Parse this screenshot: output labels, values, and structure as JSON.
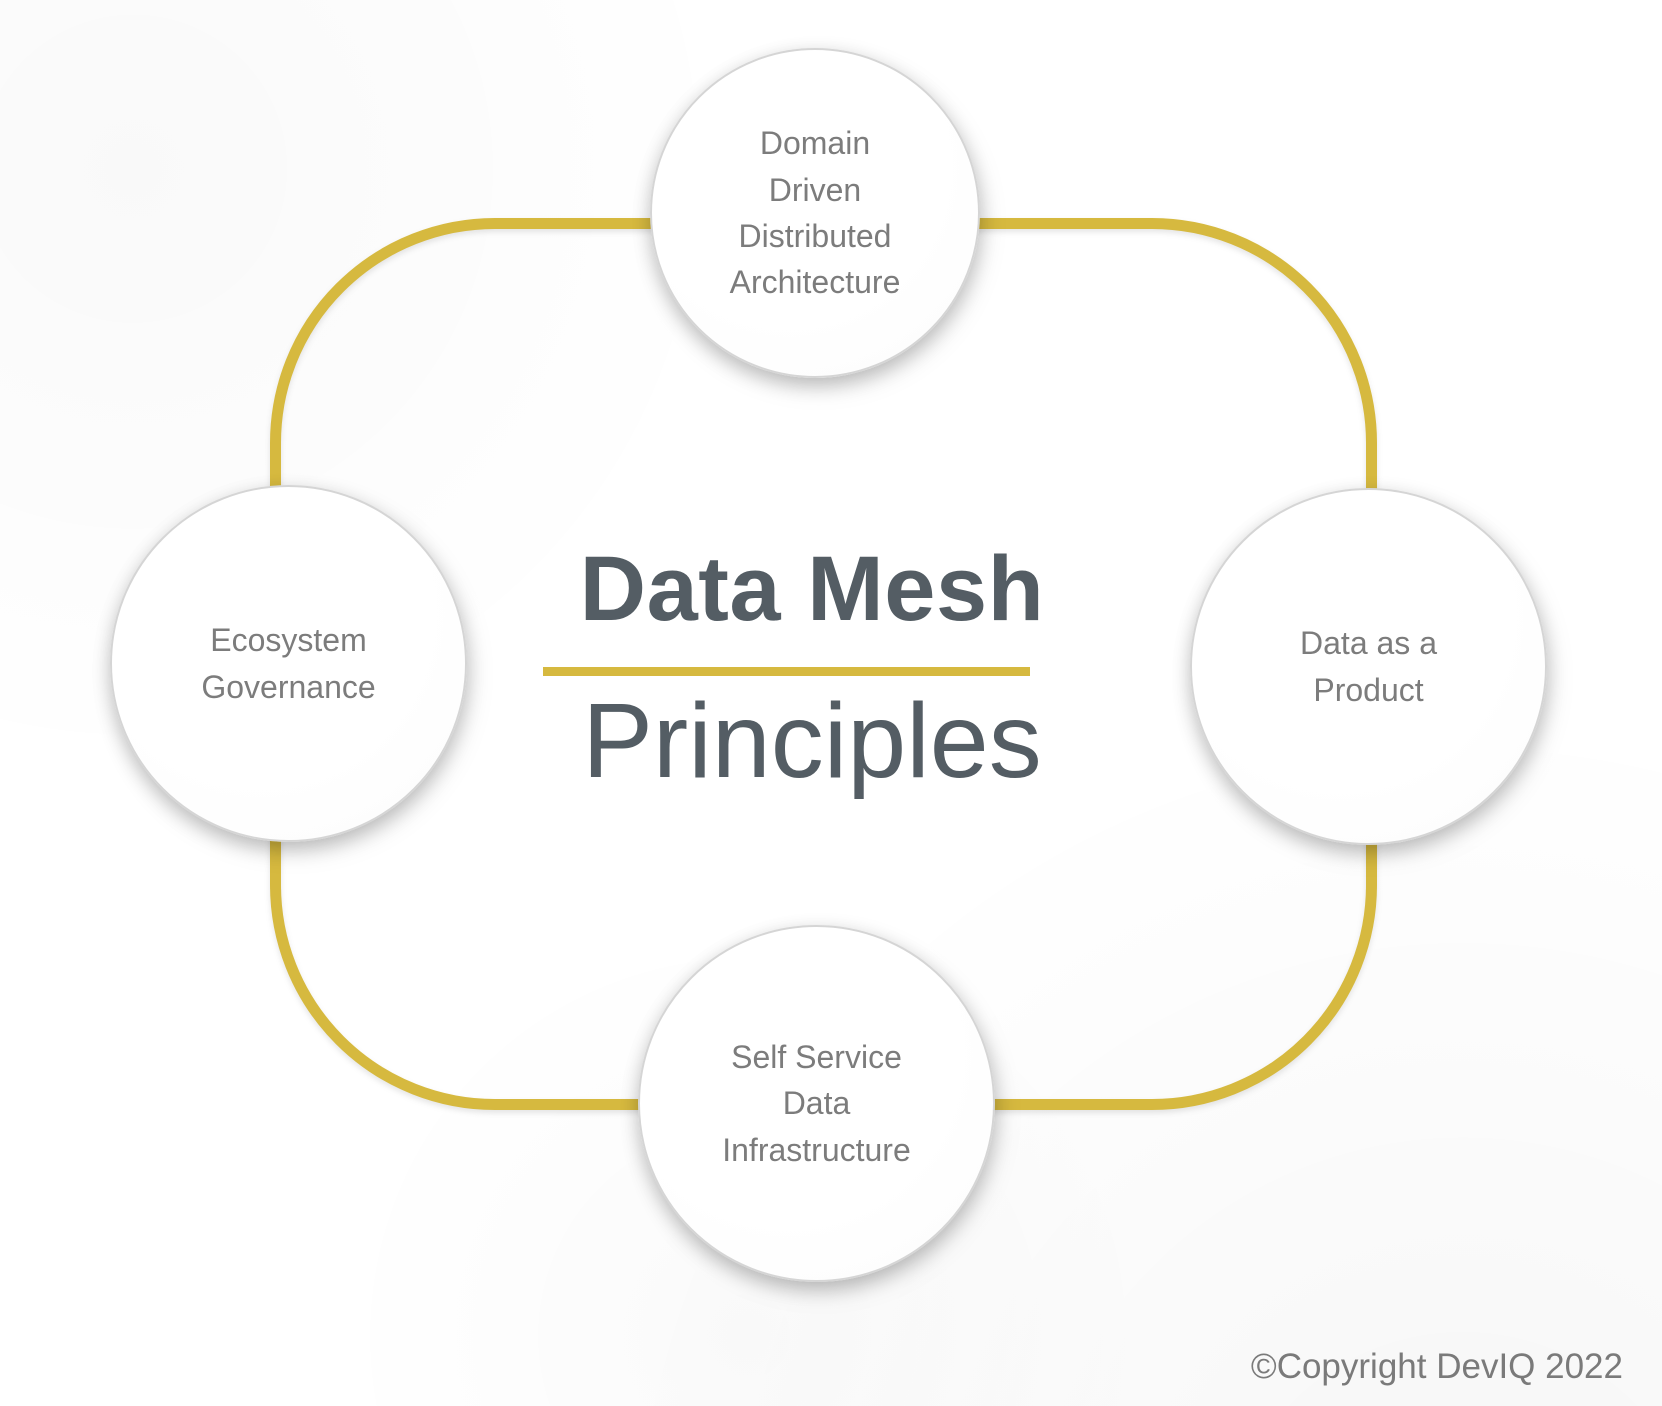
{
  "title": {
    "primary": "Data Mesh",
    "secondary": "Principles"
  },
  "nodes": {
    "top": {
      "label": "Domain\nDriven\nDistributed\nArchitecture"
    },
    "right": {
      "label": "Data as a\nProduct"
    },
    "bottom": {
      "label": "Self Service\nData\nInfrastructure"
    },
    "left": {
      "label": "Ecosystem\nGovernance"
    }
  },
  "footer": {
    "copyright": "©Copyright DevIQ 2022"
  },
  "colors": {
    "accent": "#D6B93F",
    "title_text": "#545D64",
    "node_text": "#7C7C7C",
    "node_border": "#D5D5D5",
    "footer_text": "#7A7A7A"
  }
}
